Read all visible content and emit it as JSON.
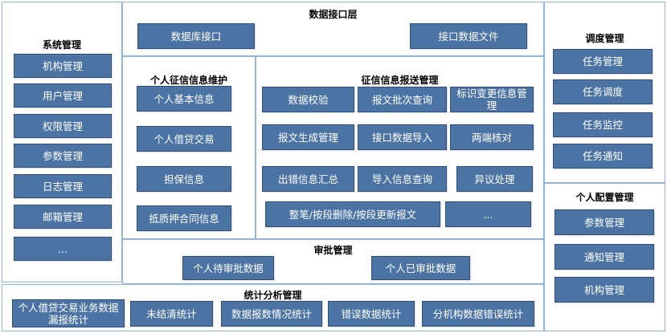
{
  "system_mgmt": {
    "title": "系统管理",
    "items": [
      "机构管理",
      "用户管理",
      "权限管理",
      "参数管理",
      "日志管理",
      "邮箱管理",
      "..."
    ]
  },
  "data_interface": {
    "title": "数据接口层",
    "items": [
      "数据库接口",
      "接口数据文件"
    ]
  },
  "personal_credit": {
    "title": "个人征信信息维护",
    "items": [
      "个人基本信息",
      "个人借贷交易",
      "担保信息",
      "抵质押合同信息"
    ]
  },
  "credit_report": {
    "title": "征信信息报送管理",
    "items": [
      "数据校验",
      "报文批次查询",
      "标识变更信息管理",
      "报文生成管理",
      "接口数据导入",
      "两端核对",
      "出错信息汇总",
      "导入信息查询",
      "异议处理",
      "整笔/按段删除/按段更新报文",
      "..."
    ]
  },
  "approval": {
    "title": "审批管理",
    "items": [
      "个人待审批数据",
      "个人已审批数据"
    ]
  },
  "statistics": {
    "title": "统计分析管理",
    "items": [
      "个人借贷交易业务数据漏报统计",
      "未结清统计",
      "数据报数情况统计",
      "错误数据统计",
      "分机构数据错误统计"
    ]
  },
  "schedule": {
    "title": "调度管理",
    "items": [
      "任务管理",
      "任务调度",
      "任务监控",
      "任务通知"
    ]
  },
  "personal_config": {
    "title": "个人配置管理",
    "items": [
      "参数管理",
      "通知管理",
      "机构管理"
    ]
  }
}
